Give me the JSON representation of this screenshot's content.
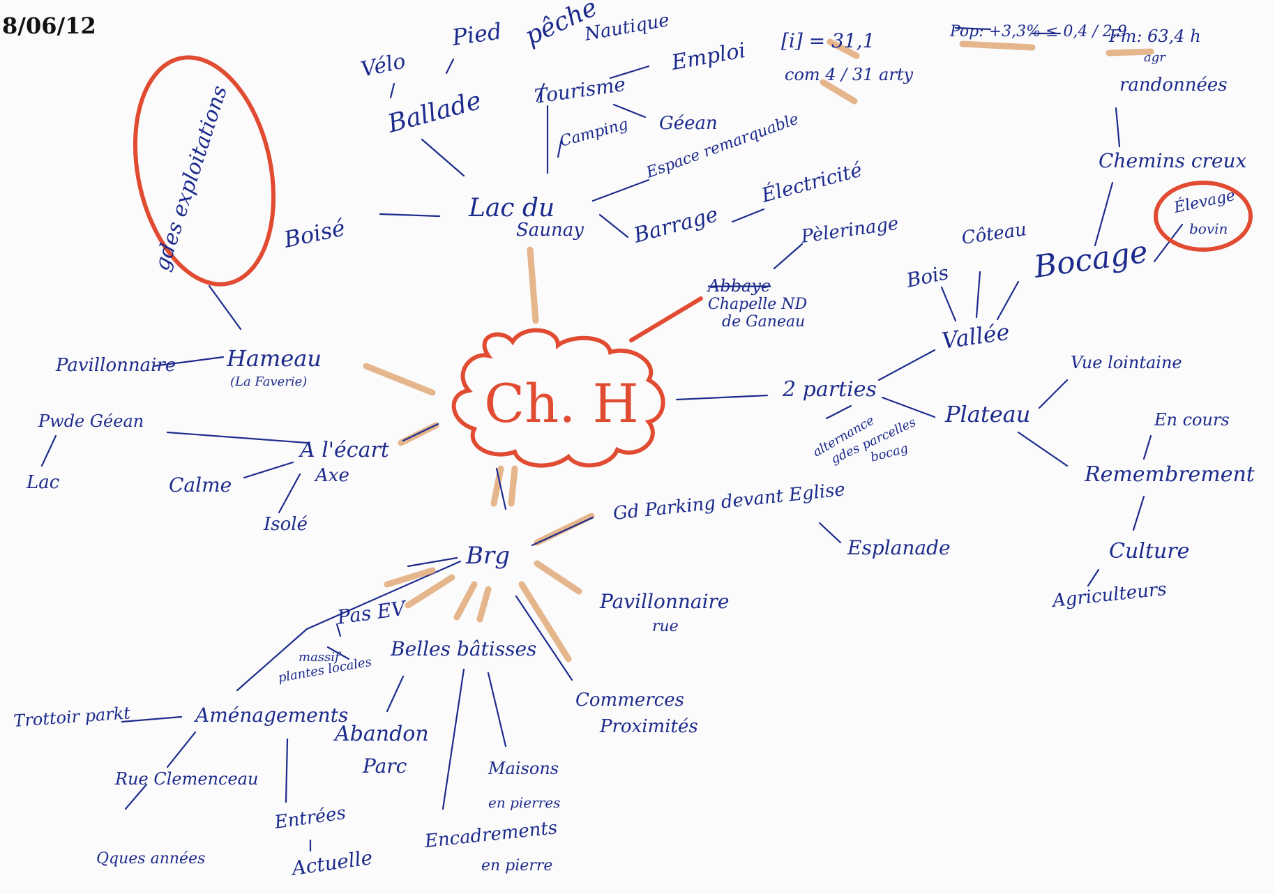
{
  "date": "8/06/12",
  "colors": {
    "ink": "#1c2a8c",
    "red": "#e04b32",
    "highlight": "#e0a878"
  },
  "center": "Ch. H",
  "corner_notes": {
    "n1": "[i] = 31,1",
    "n1b": "com 4 / 31 arty",
    "n2": "Pop: +3,3% ≤ 0,4 / 2,9",
    "n3": "Fm: 63,4 h",
    "n3b": "agr"
  },
  "nodes": {
    "lac": "Lac du",
    "lac2": "Saunay",
    "balade": "Ballade",
    "velo": "Vélo",
    "pied": "Pied",
    "peche": "pêche",
    "nautique": "Nautique",
    "tourisme": "Tourisme",
    "emploi": "Emploi",
    "gcean": "Géean",
    "camping": "Camping",
    "espace": "Espace remarquable",
    "barrage": "Barrage",
    "electricite": "Électricité",
    "boise": "Boisé",
    "gdes_expl": "gdes exploitations",
    "chapelle_old": "Abbaye",
    "chapelle": "Chapelle ND",
    "chapelle2": "de Ganeau",
    "pelerinage": "Pèlerinage",
    "hameau": "Hameau",
    "hameau2": "(La Faverie)",
    "pavillonnaire": "Pavillonnaire",
    "pwde": "Pwde Géean",
    "lac_small": "Lac",
    "ecart": "A l'écart",
    "ecart2": "Axe",
    "calme": "Calme",
    "isole": "Isolé",
    "deux_parties": "2 parties",
    "alternance": "alternance",
    "alternance2": "gdes parcelles",
    "alternance3": "bocag",
    "vallee": "Vallée",
    "bois": "Bois",
    "coteau": "Côteau",
    "bocage": "Bocage",
    "elevage": "Élevage",
    "elevage2": "bovin",
    "chemins": "Chemins creux",
    "randonnees": "randonnées",
    "plateau": "Plateau",
    "vue": "Vue lointaine",
    "encours": "En cours",
    "remembrement": "Remembrement",
    "culture": "Culture",
    "agriculteurs": "Agriculteurs",
    "bourg": "Brg",
    "parking": "Gd Parking devant Eglise",
    "esplanade": "Esplanade",
    "pavillonnaire_rue": "Pavillonnaire",
    "pavillonnaire_rue2": "rue",
    "commerces": "Commerces",
    "commerces2": "Proximités",
    "pas_ev": "Pas EV",
    "massif": "massif",
    "massif2": "plantes locales",
    "belles": "Belles bâtisses",
    "abandon": "Abandon",
    "abandon2": "Parc",
    "maisons": "Maisons",
    "maisons2": "en pierres",
    "encadrements": "Encadrements",
    "encadrements2": "en pierre",
    "amenagements": "Aménagements",
    "trottoir": "Trottoir parkt",
    "rue_clem": "Rue Clemenceau",
    "qques": "Qques années",
    "entrees": "Entrées",
    "actuelle": "Actuelle"
  }
}
